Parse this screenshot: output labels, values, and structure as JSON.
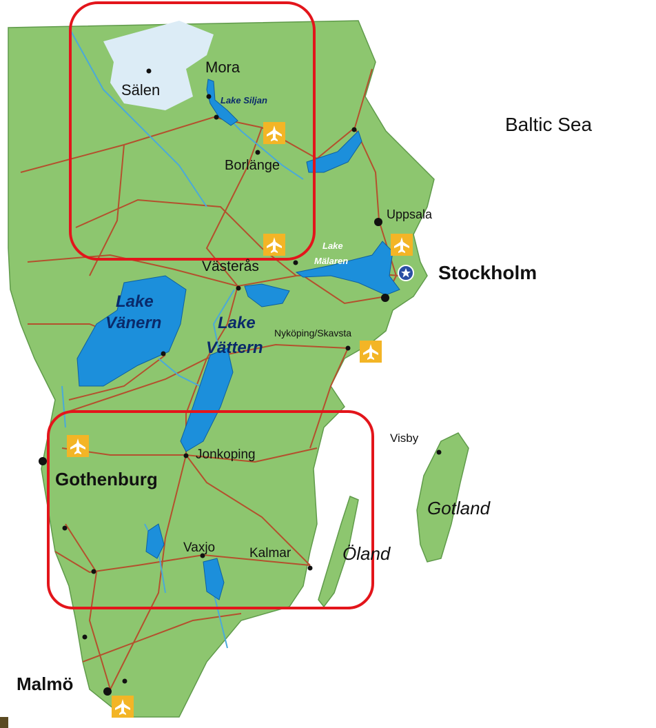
{
  "colors": {
    "land": "#8dc66f",
    "land_border": "#5f9a4a",
    "water": "#1c8fdb",
    "highland_ice": "#dcecf6",
    "road": "#b4502d",
    "river": "#4aa9d9",
    "airport_bg": "#f3b526",
    "highlight_box": "#e3151b",
    "city_dot": "#111111",
    "corner_mark": "#5b4a22"
  },
  "labels": {
    "sea": "Baltic Sea",
    "capital": "Stockholm",
    "gothenburg": "Gothenburg",
    "malmo": "Malmö",
    "mora": "Mora",
    "salen": "Sälen",
    "lake_siljan": "Lake Siljan",
    "borlange": "Borlänge",
    "uppsala": "Uppsala",
    "lake_malaren_1": "Lake",
    "lake_malaren_2": "Mälaren",
    "vasteras": "Västerås",
    "lake_vanern_1": "Lake",
    "lake_vanern_2": "Vänern",
    "lake_vattern_1": "Lake",
    "lake_vattern_2": "Vättern",
    "nykoping": "Nyköping/Skavsta",
    "visby": "Visby",
    "jonkoping": "Jonkoping",
    "gotland": "Gotland",
    "vaxjo": "Vaxjo",
    "kalmar": "Kalmar",
    "oland": "Öland"
  },
  "icons": {
    "airport": "airplane-icon",
    "capital_marker": "star-icon"
  }
}
